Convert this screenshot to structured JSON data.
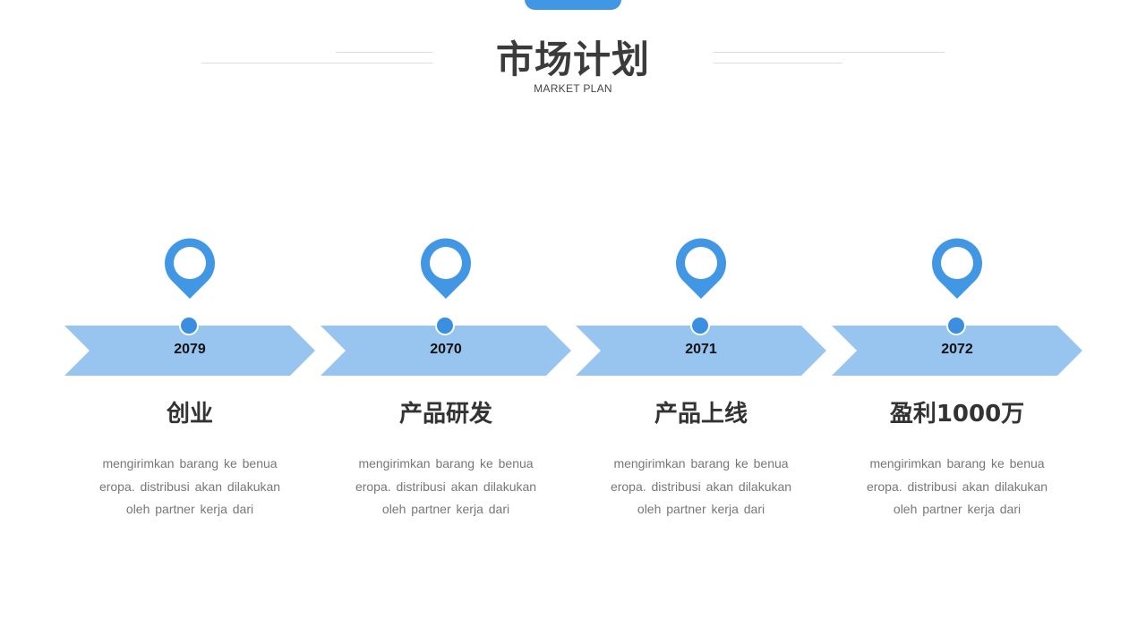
{
  "header": {
    "title": "市场计划",
    "subtitle": "MARKET PLAN"
  },
  "colors": {
    "accent": "#4197e3",
    "arrow": "#98c5ef",
    "dot": "#3b8fe0",
    "title_text": "#333333",
    "body_text": "#777777"
  },
  "steps": [
    {
      "year": "2079",
      "title": "创业",
      "description": "mengirimkan barang ke benua eropa. distribusi akan dilakukan oleh partner kerja dari"
    },
    {
      "year": "2070",
      "title": "产品研发",
      "description": "mengirimkan barang ke benua eropa. distribusi akan dilakukan oleh partner kerja dari"
    },
    {
      "year": "2071",
      "title": "产品上线",
      "description": "mengirimkan barang ke benua eropa. distribusi akan dilakukan oleh partner kerja dari"
    },
    {
      "year": "2072",
      "title": "盈利1000万",
      "description": "mengirimkan barang ke benua eropa. distribusi akan dilakukan oleh partner kerja dari"
    }
  ]
}
